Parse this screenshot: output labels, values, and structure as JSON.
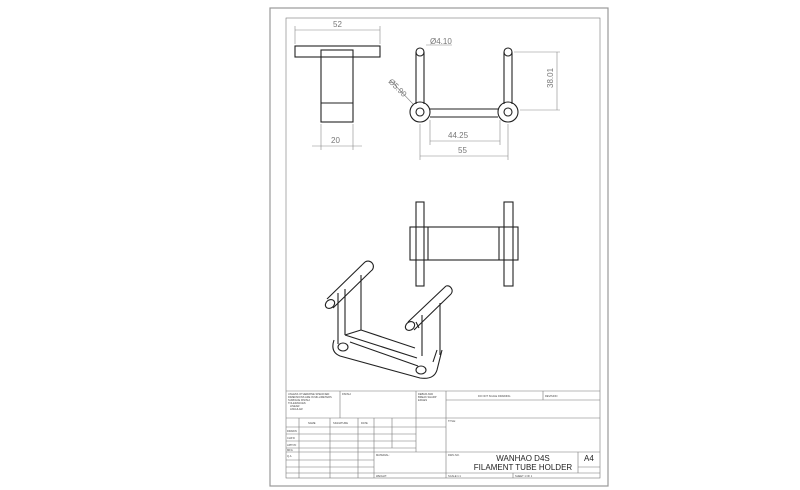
{
  "dimensions": {
    "overall_width": "52",
    "body_width": "20",
    "small_hole_dia": "Ø4.10",
    "large_boss_dia": "Ø5.90",
    "post_height": "38.01",
    "inner_span": "44.25",
    "center_span": "55"
  },
  "title_block": {
    "tolerance_note": [
      "UNLESS OTHERWISE SPECIFIED:",
      "DIMENSIONS ARE IN MILLIMETERS",
      "SURFACE FINISH:",
      "TOLERANCES:",
      "LINEAR:",
      "ANGULAR:"
    ],
    "finish_label": "FINISH:",
    "deburr_note": [
      "DEBUR AND",
      "BREAK SHARP",
      "EDGES"
    ],
    "do_not_scale": "DO NOT SCALE DRAWING",
    "revision_label": "REVISION",
    "col_headers": [
      "NAME",
      "SIGNATURE",
      "DATE"
    ],
    "row_labels": [
      "DRAWN",
      "CHK'D",
      "APPV'D",
      "MFG",
      "Q.A"
    ],
    "title_label": "TITLE:",
    "material_label": "MATERIAL:",
    "dwg_no_label": "DWG NO.",
    "weight_label": "WEIGHT:",
    "scale_label": "SCALE:1:1",
    "sheet_label": "SHEET 1 OF 1",
    "drawing_title_line1": "WANHAO D4S",
    "drawing_title_line2": "FILAMENT TUBE HOLDER",
    "sheet_size": "A4"
  }
}
